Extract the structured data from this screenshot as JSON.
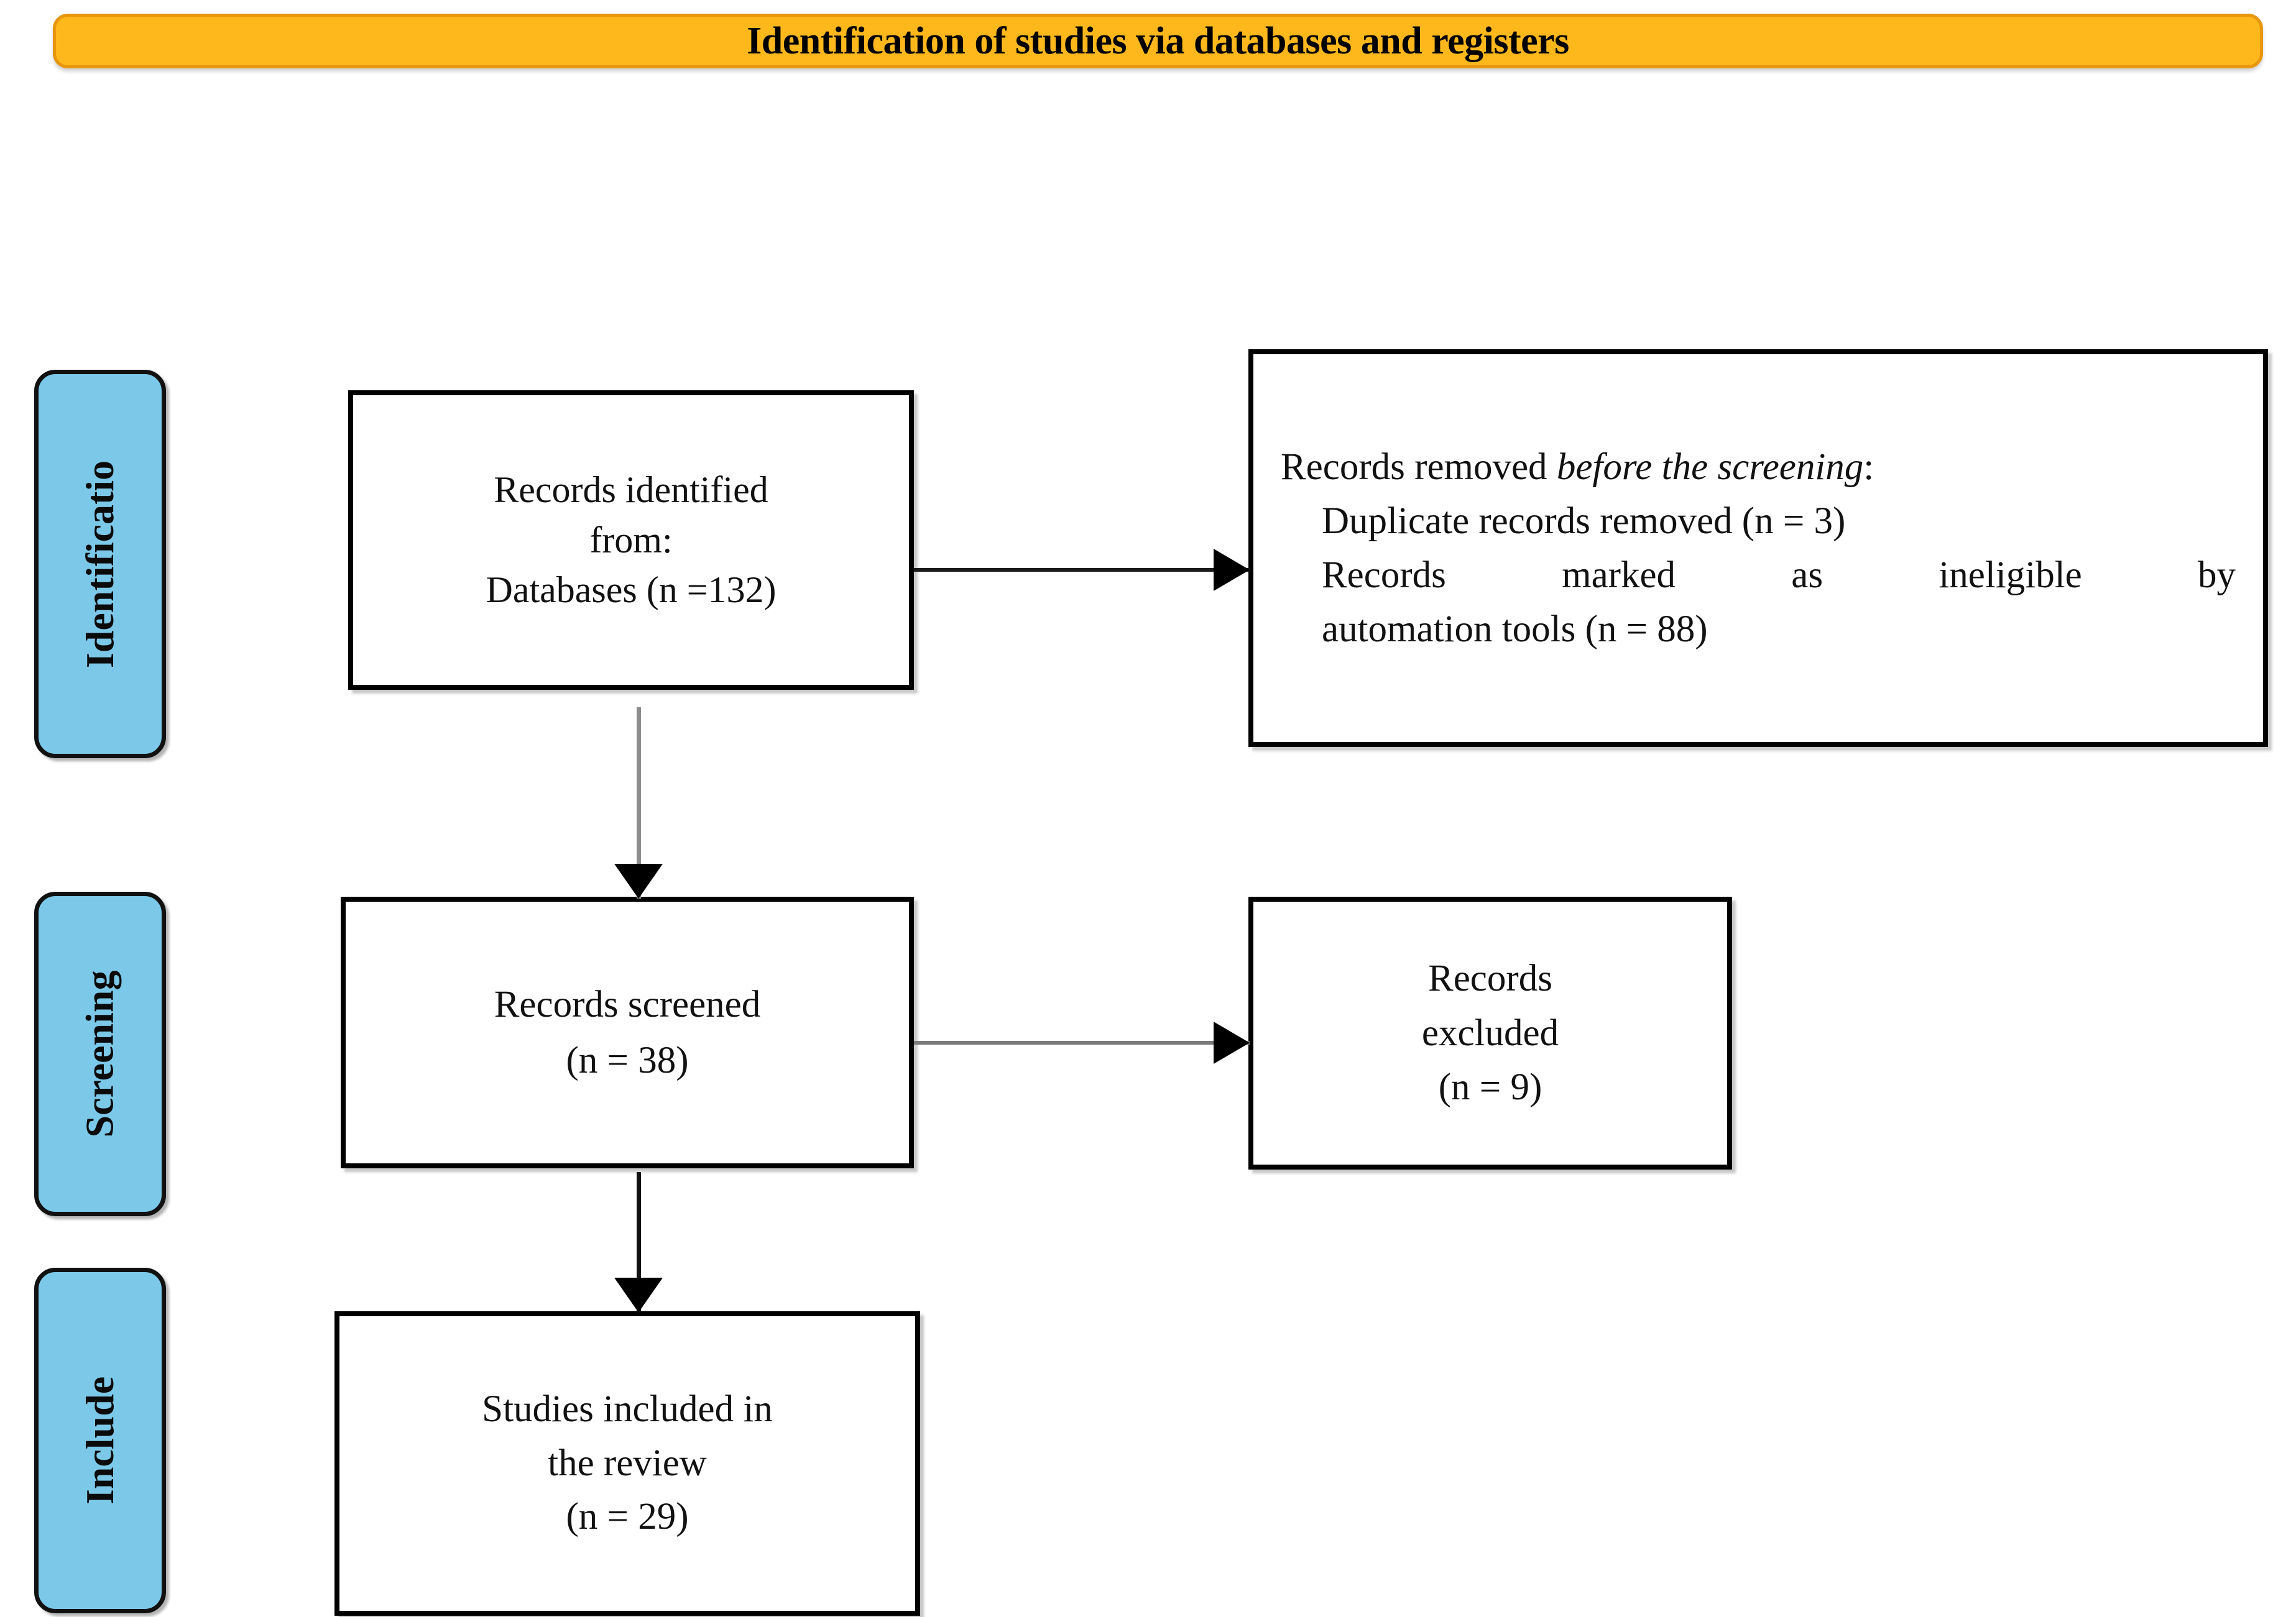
{
  "header": {
    "title": "Identification of studies via databases and registers",
    "background_color": "#FFB81C",
    "border_color": "#E8960B"
  },
  "stages": {
    "background_color": "#7CC8E8",
    "border_color": "#111111",
    "items": [
      {
        "id": "identification",
        "label": "Identificatio"
      },
      {
        "id": "screening",
        "label": "Screening"
      },
      {
        "id": "include",
        "label": "Include"
      }
    ]
  },
  "boxes": {
    "records_identified": {
      "line1": "Records identified",
      "line2": "from:",
      "line3": "Databases (n =132)"
    },
    "records_removed": {
      "line1_prefix": "Records removed ",
      "line1_emphasis": "before the screening",
      "line1_suffix": ":",
      "line2": "Duplicate records removed (n = 3)",
      "line3": "Records marked as ineligible by",
      "line4": "automation tools (n = 88)"
    },
    "records_screened": {
      "line1": "Records screened",
      "line2": "(n = 38)"
    },
    "records_excluded": {
      "line1": "Records",
      "line2": "excluded",
      "line3": "(n = 9)"
    },
    "studies_included": {
      "line1": "Studies included in",
      "line2": "the review",
      "line3": "(n = 29)"
    }
  },
  "arrows": [
    {
      "id": "identified-to-removed",
      "direction": "right",
      "shaft_color": "#1a1a1a"
    },
    {
      "id": "identified-to-screened",
      "direction": "down",
      "shaft_color": "#8d8d8d"
    },
    {
      "id": "screened-to-excluded",
      "direction": "right",
      "shaft_color": "#7a7a7a"
    },
    {
      "id": "screened-to-included",
      "direction": "down",
      "shaft_color": "#111111"
    }
  ],
  "chart_data": {
    "type": "diagram",
    "title": "Identification of studies via databases and registers",
    "nodes": [
      {
        "id": "records_identified",
        "stage": "Identificatio",
        "label": "Records identified from: Databases",
        "n": 132
      },
      {
        "id": "records_removed",
        "stage": "Identificatio",
        "label": "Records removed before the screening",
        "duplicate_records_removed": 3,
        "marked_ineligible_by_automation_tools": 88
      },
      {
        "id": "records_screened",
        "stage": "Screening",
        "label": "Records screened",
        "n": 38
      },
      {
        "id": "records_excluded",
        "stage": "Screening",
        "label": "Records excluded",
        "n": 9
      },
      {
        "id": "studies_included",
        "stage": "Include",
        "label": "Studies included in the review",
        "n": 29
      }
    ],
    "edges": [
      {
        "from": "records_identified",
        "to": "records_removed"
      },
      {
        "from": "records_identified",
        "to": "records_screened"
      },
      {
        "from": "records_screened",
        "to": "records_excluded"
      },
      {
        "from": "records_screened",
        "to": "studies_included"
      }
    ]
  }
}
